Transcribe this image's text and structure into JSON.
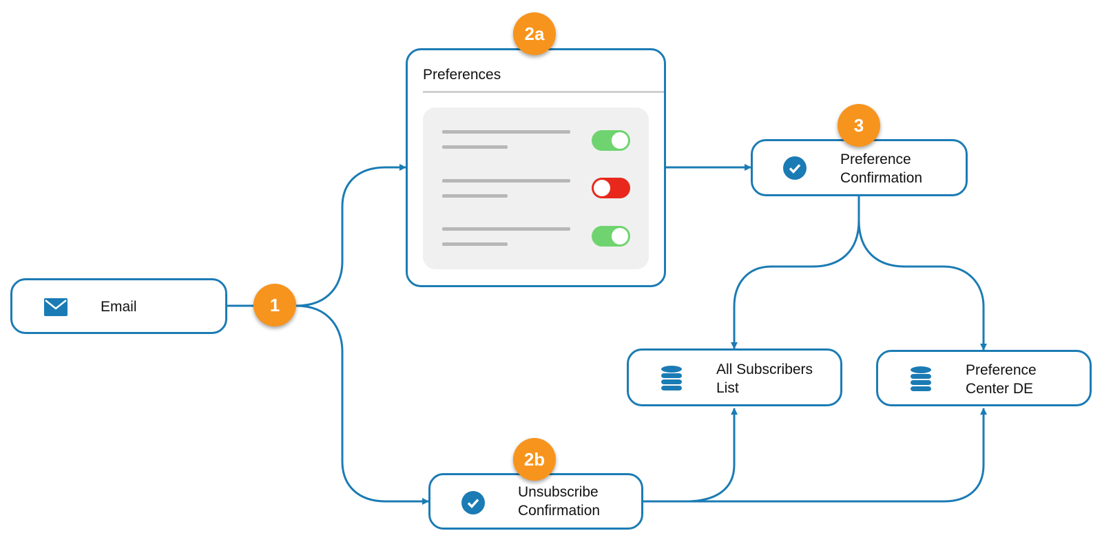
{
  "colors": {
    "accent": "#1b7bb4",
    "badge": "#f7941d",
    "toggle_on": "#6fd46f",
    "toggle_off": "#e8281c"
  },
  "nodes": {
    "email": {
      "label": "Email",
      "icon": "envelope-icon"
    },
    "preferences": {
      "title": "Preferences",
      "toggles": [
        {
          "state": "on"
        },
        {
          "state": "off"
        },
        {
          "state": "on"
        }
      ]
    },
    "preference_confirmation": {
      "line1": "Preference",
      "line2": "Confirmation",
      "icon": "check-circle-icon"
    },
    "unsubscribe_confirmation": {
      "line1": "Unsubscribe",
      "line2": "Confirmation",
      "icon": "check-circle-icon"
    },
    "all_subscribers": {
      "line1": "All Subscribers",
      "line2": "List",
      "icon": "database-icon"
    },
    "preference_center_de": {
      "line1": "Preference",
      "line2": "Center DE",
      "icon": "database-icon"
    }
  },
  "badges": {
    "step1": "1",
    "step2a": "2a",
    "step2b": "2b",
    "step3": "3"
  }
}
